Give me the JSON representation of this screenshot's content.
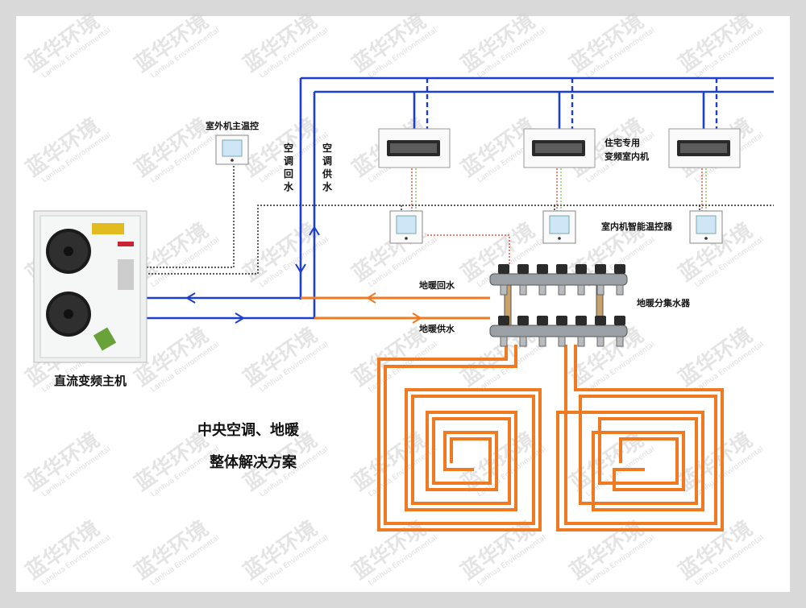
{
  "labels": {
    "outdoor_controller": "室外机主温控",
    "ac_return": "空调回水",
    "ac_supply": "空调供水",
    "indoor_unit": [
      "住宅专用",
      "变频室内机"
    ],
    "thermostat": "室内机智能温控器",
    "floor_return": "地暖回水",
    "floor_supply": "地暖供水",
    "manifold": "地暖分集水器",
    "main_unit": "直流变频主机",
    "title_line1": "中央空调、地暖",
    "title_line2": "整体解决方案"
  },
  "watermark": {
    "cn": "蓝华环境",
    "en": "Lanhua Environmental"
  },
  "colors": {
    "ac_pipe": "#1d3fcf",
    "floor_pipe": "#f07a22",
    "signal_red": "#e0301e",
    "signal_green": "#7cbf3c",
    "control_line": "#222222",
    "background": "#d9d9d9"
  }
}
